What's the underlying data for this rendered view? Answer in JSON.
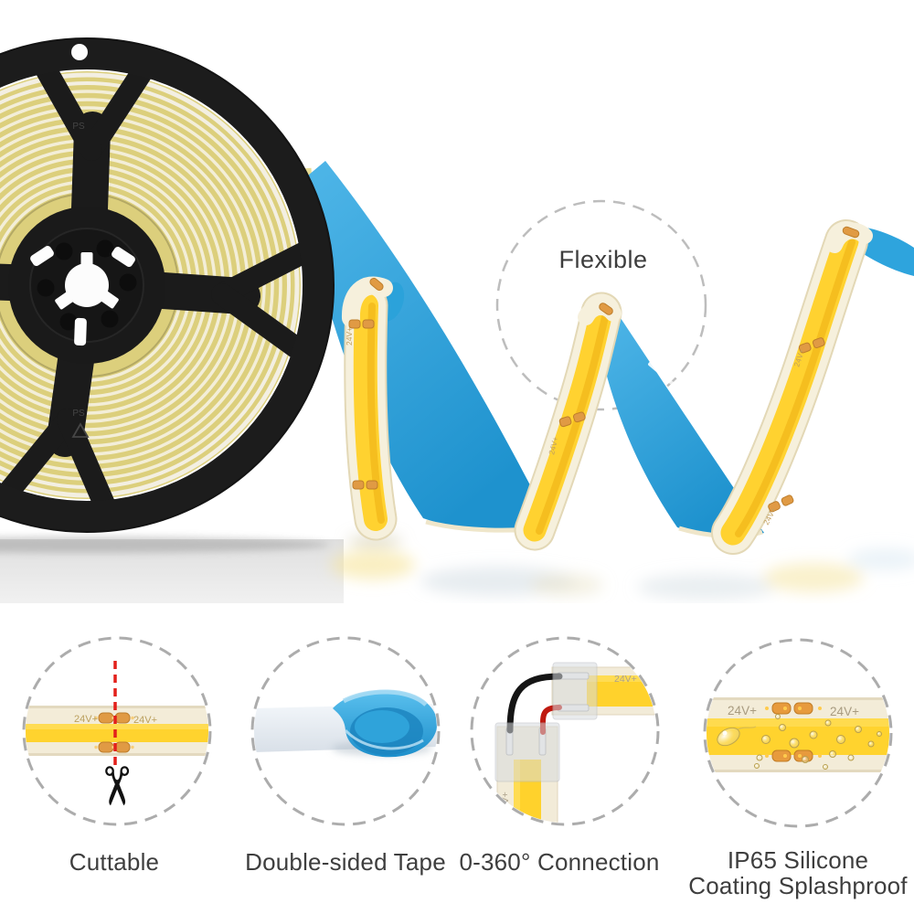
{
  "scene": {
    "description": "COB LED strip light wound on a black reel, unrolled in a flexible wave",
    "callout_flexible": "Flexible"
  },
  "strip": {
    "voltage_marking": "24V+"
  },
  "reel": {
    "material_marking": "PS"
  },
  "icons": {
    "scissors": "✂"
  },
  "features": [
    {
      "name": "cuttable",
      "label": "Cuttable"
    },
    {
      "name": "double-sided-tape",
      "label": "Double-sided Tape"
    },
    {
      "name": "connection",
      "label": "0-360° Connection"
    },
    {
      "name": "ip65",
      "label": "IP65 Silicone Coating Splashproof",
      "label_line1": "IP65 Silicone",
      "label_line2": "Coating Splashproof"
    }
  ],
  "colors": {
    "strip_blue": "#2EA6DF",
    "strip_yellow": "#FFD230",
    "silicone_cream": "#F6F0DC",
    "copper_pad": "#E09A44",
    "reel_black": "#1B1B1B",
    "cut_line_red": "#E3201B",
    "dashed_circle_gray": "#BDBDBD",
    "label_text": "#3E3E3E",
    "tape_blue": "#3FB0E8"
  }
}
